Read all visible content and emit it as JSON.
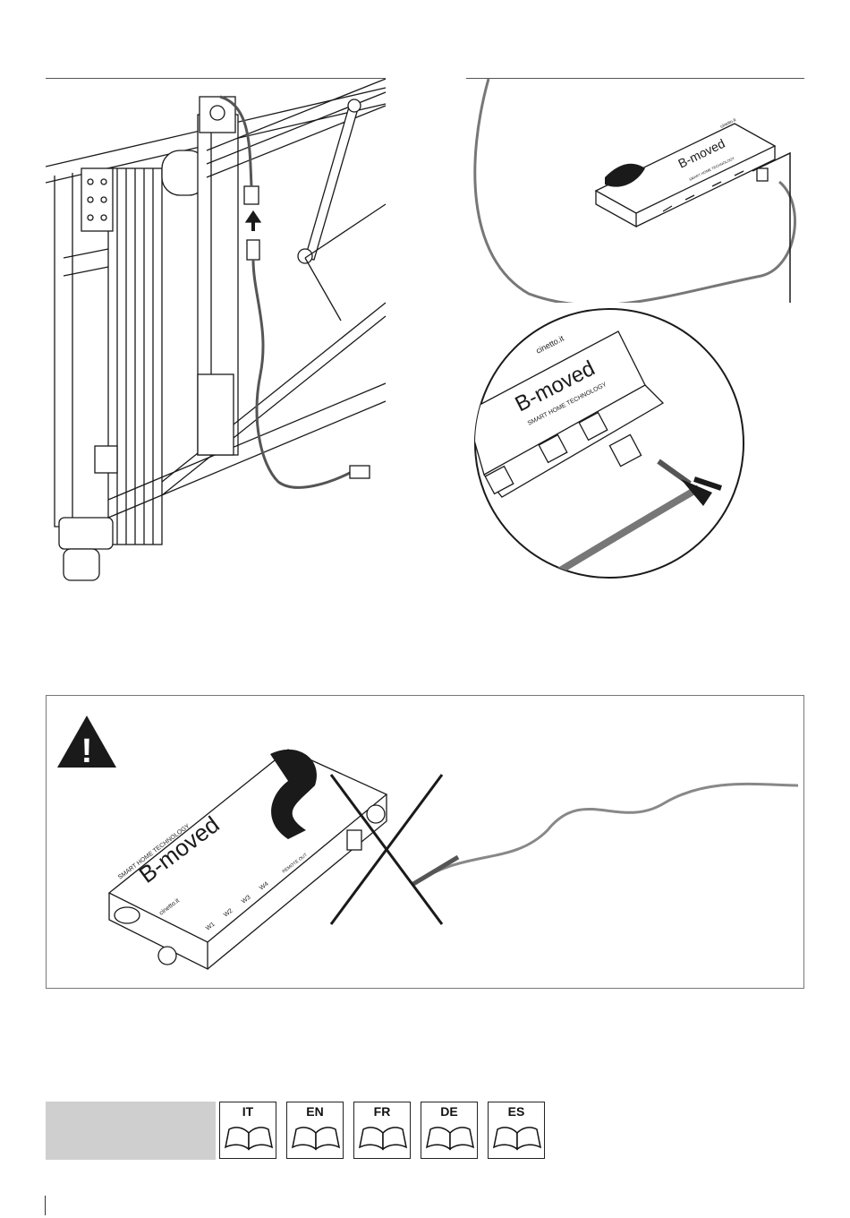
{
  "hub_label_top": "B-moved",
  "hub_sublabel_top": "SMART HOME TECHNOLOGY",
  "hub_brand_top": "cinetto.it",
  "zoom_label": "B-moved",
  "zoom_sublabel": "SMART HOME TECHNOLOGY",
  "zoom_brand": "cinetto.it",
  "warning": {
    "hub_label": "B-moved",
    "hub_sublabel": "SMART HOME TECHNOLOGY",
    "hub_brand": "cinetto.it",
    "ports": [
      "W1",
      "W2",
      "W3",
      "W4"
    ],
    "port_extra": "REMOTE OUT",
    "symbol": "!"
  },
  "languages": [
    {
      "code": "IT"
    },
    {
      "code": "EN"
    },
    {
      "code": "FR"
    },
    {
      "code": "DE"
    },
    {
      "code": "ES"
    }
  ],
  "colors": {
    "line": "#1a1a1a",
    "gray_bar": "#cfcfcf",
    "cable": "#888888"
  }
}
